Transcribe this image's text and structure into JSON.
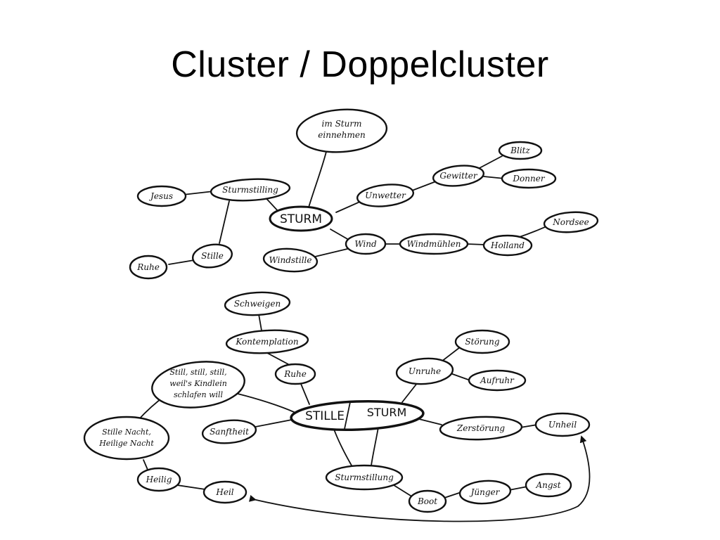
{
  "title": "Cluster / Doppelcluster",
  "cluster_top": {
    "center": "STURM",
    "nodes": {
      "einnehmen": [
        "im Sturm",
        "einnehmen"
      ],
      "sturmstilling": "Sturmstilling",
      "jesus": "Jesus",
      "stille": "Stille",
      "ruhe": "Ruhe",
      "unwetter": "Unwetter",
      "gewitter": "Gewitter",
      "blitz": "Blitz",
      "donner": "Donner",
      "wind": "Wind",
      "windstille": "Windstille",
      "windmuehlen": "Windmühlen",
      "holland": "Holland",
      "nordsee": "Nordsee"
    }
  },
  "cluster_bottom": {
    "center_left": "STILLE",
    "center_right": "STURM",
    "nodes": {
      "schweigen": "Schweigen",
      "kontemplation": "Kontemplation",
      "ruhe": "Ruhe",
      "stille_nacht_song": [
        "Still, still, still,",
        "weil's Kindlein",
        "schlafen will"
      ],
      "stille_nacht": [
        "Stille Nacht,",
        "Heilige Nacht"
      ],
      "sanftheit": "Sanftheit",
      "heilig": "Heilig",
      "heil": "Heil",
      "unruhe": "Unruhe",
      "stoerung": "Störung",
      "aufruhr": "Aufruhr",
      "zerstoerung": "Zerstörung",
      "unheil": "Unheil",
      "sturmstillung": "Sturmstillung",
      "boot": "Boot",
      "juenger": "Jünger",
      "angst": "Angst"
    }
  }
}
